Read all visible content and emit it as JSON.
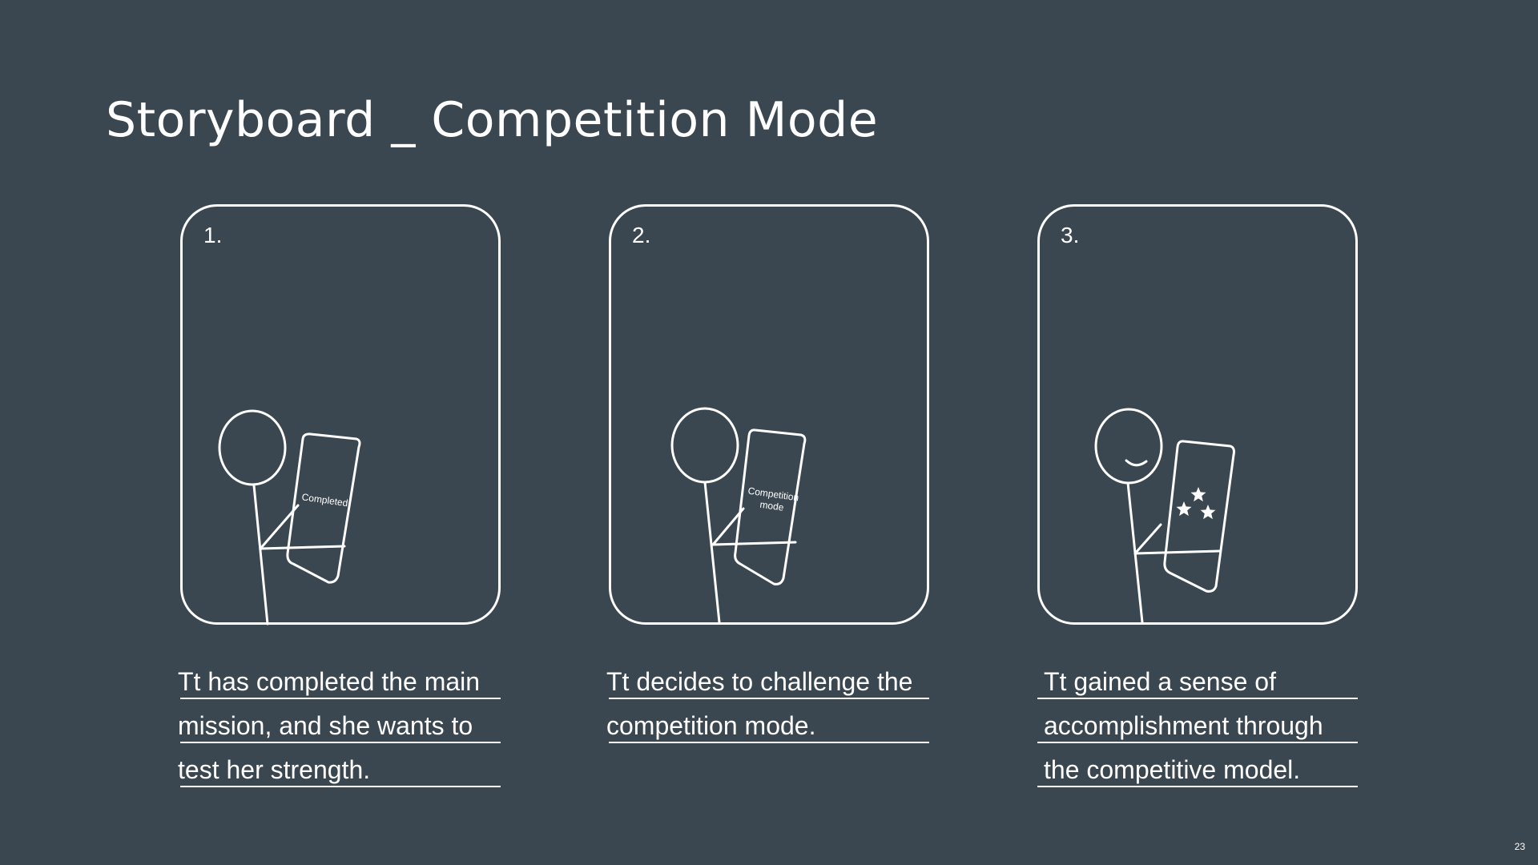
{
  "slide": {
    "title": "Storyboard _ Competition Mode",
    "page_number": "23"
  },
  "panels": [
    {
      "number": "1.",
      "screen_text": "Completed",
      "caption": [
        "Tt has completed the main",
        "mission, and she wants to",
        "test her strength."
      ]
    },
    {
      "number": "2.",
      "screen_text_line1": "Competition",
      "screen_text_line2": "mode",
      "caption": [
        "Tt decides to challenge the",
        "competition mode."
      ]
    },
    {
      "number": "3.",
      "screen_icon": "stars-icon",
      "caption": [
        "Tt gained a sense of",
        "accomplishment through",
        "the competitive model."
      ]
    }
  ],
  "colors": {
    "background": "#3a4750",
    "foreground": "#ffffff"
  }
}
